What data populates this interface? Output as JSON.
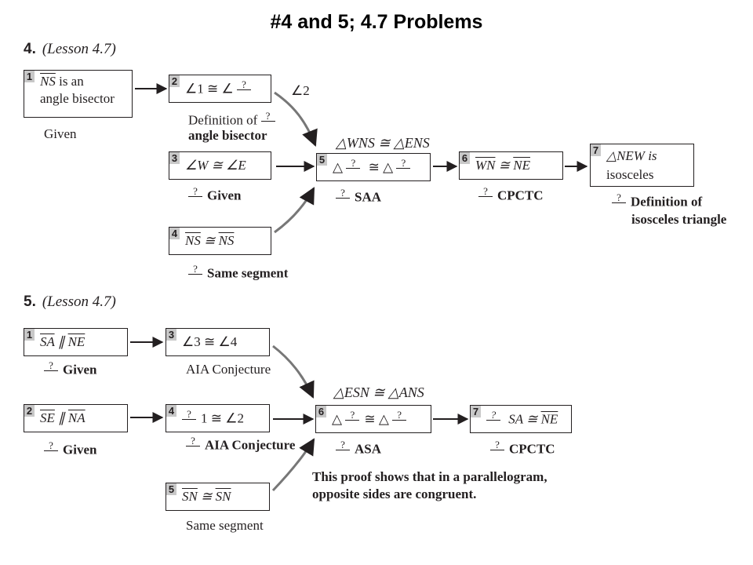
{
  "title": "#4 and 5;  4.7 Problems",
  "p4": {
    "num": "4.",
    "lesson": "(Lesson 4.7)",
    "b1_num": "1",
    "b1_line1_seg": "NS",
    "b1_line1_rest": " is an",
    "b1_line2": "angle bisector",
    "b1_reason": "Given",
    "b2_num": "2",
    "b2_text": "∠1 ≅ ∠",
    "b2_q": "?",
    "b2_side": "∠2",
    "b2_reason1": "Definition of",
    "b2_reason1_q": "?",
    "b2_reason2": "angle bisector",
    "b3_num": "3",
    "b3_text": "∠W ≅ ∠E",
    "b3_q": "?",
    "b3_reason": "Given",
    "b4_num": "4",
    "b4_seg1": "NS",
    "b4_mid": " ≅ ",
    "b4_seg2": "NS",
    "b4_q": "?",
    "b4_reason": "Same segment",
    "tri_label": "△WNS ≅ △ENS",
    "b5_num": "5",
    "b5_text_a": "△",
    "b5_q1": "?",
    "b5_text_b": " ≅ △",
    "b5_q2": "?",
    "b5_q": "?",
    "b5_reason": "SAA",
    "b6_num": "6",
    "b6_seg1": "WN",
    "b6_mid": " ≅ ",
    "b6_seg2": "NE",
    "b6_q": "?",
    "b6_reason": "CPCTC",
    "b7_num": "7",
    "b7_line1": "△NEW is",
    "b7_line2": "isosceles",
    "b7_q": "?",
    "b7_reason1": "Definition of",
    "b7_reason2": "isosceles triangle"
  },
  "p5": {
    "num": "5.",
    "lesson": "(Lesson 4.7)",
    "b1_num": "1",
    "b1_seg1": "SA",
    "b1_mid": " ∥ ",
    "b1_seg2": "NE",
    "b1_q": "?",
    "b1_reason": "Given",
    "b2_num": "2",
    "b2_seg1": "SE",
    "b2_mid": " ∥ ",
    "b2_seg2": "NA",
    "b2_q": "?",
    "b2_reason": "Given",
    "b3_num": "3",
    "b3_text": "∠3 ≅ ∠4",
    "b3_reason": "AIA Conjecture",
    "b4_num": "4",
    "b4_q1": "?",
    "b4_text": "1 ≅ ∠2",
    "b4_q": "?",
    "b4_reason": "AIA Conjecture",
    "b5_num": "5",
    "b5_seg1": "SN",
    "b5_mid": " ≅ ",
    "b5_seg2": "SN",
    "b5_reason": "Same segment",
    "tri_label": "△ESN ≅ △ANS",
    "b6_num": "6",
    "b6_text_a": "△",
    "b6_q1": "?",
    "b6_text_b": "≅ △",
    "b6_q2": "?",
    "b6_q": "?",
    "b6_reason": "ASA",
    "b7_num": "7",
    "b7_q1": "?",
    "b7_text": " SA ≅ ",
    "b7_seg": "NE",
    "b7_q": "?",
    "b7_reason": "CPCTC",
    "note1": "This proof shows that in a parallelogram,",
    "note2": "opposite sides are congruent."
  }
}
